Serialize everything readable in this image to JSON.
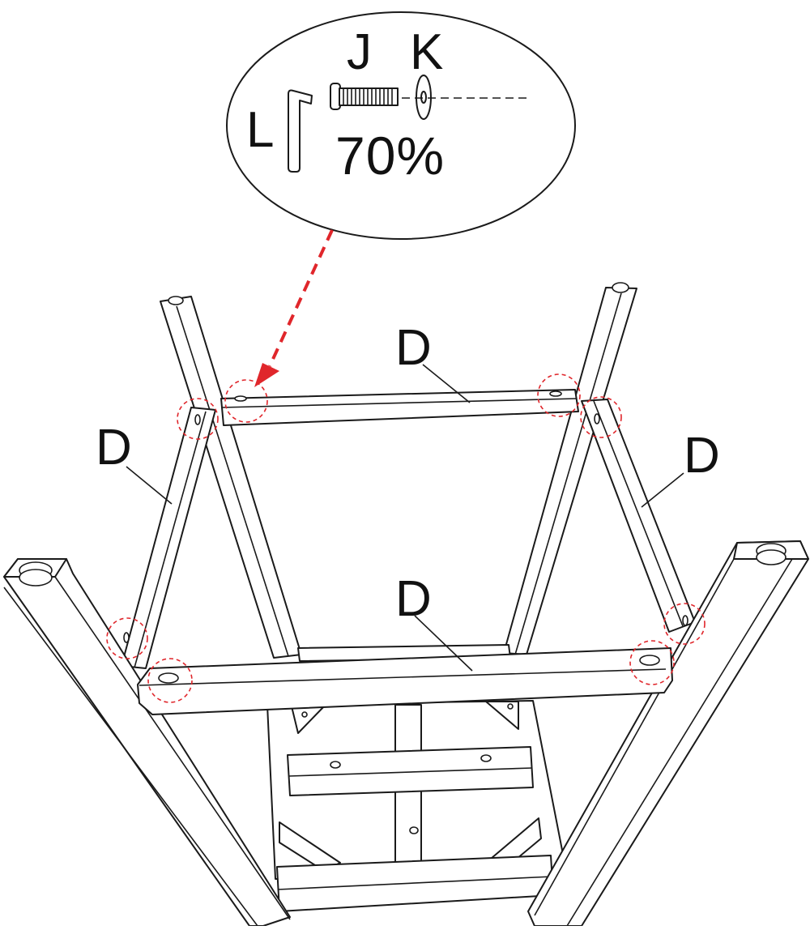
{
  "callout": {
    "label_bolt": "J",
    "label_washer": "K",
    "label_key": "L",
    "quantity": "70%"
  },
  "parts": {
    "rail_back": "D",
    "rail_left": "D",
    "rail_right": "D",
    "rail_front": "D"
  },
  "colors": {
    "line": "#1a1a1a",
    "highlight": "#e0262b",
    "background": "#ffffff"
  },
  "icons": [
    "hex-key-icon",
    "bolt-icon",
    "washer-icon",
    "arrow-icon"
  ]
}
